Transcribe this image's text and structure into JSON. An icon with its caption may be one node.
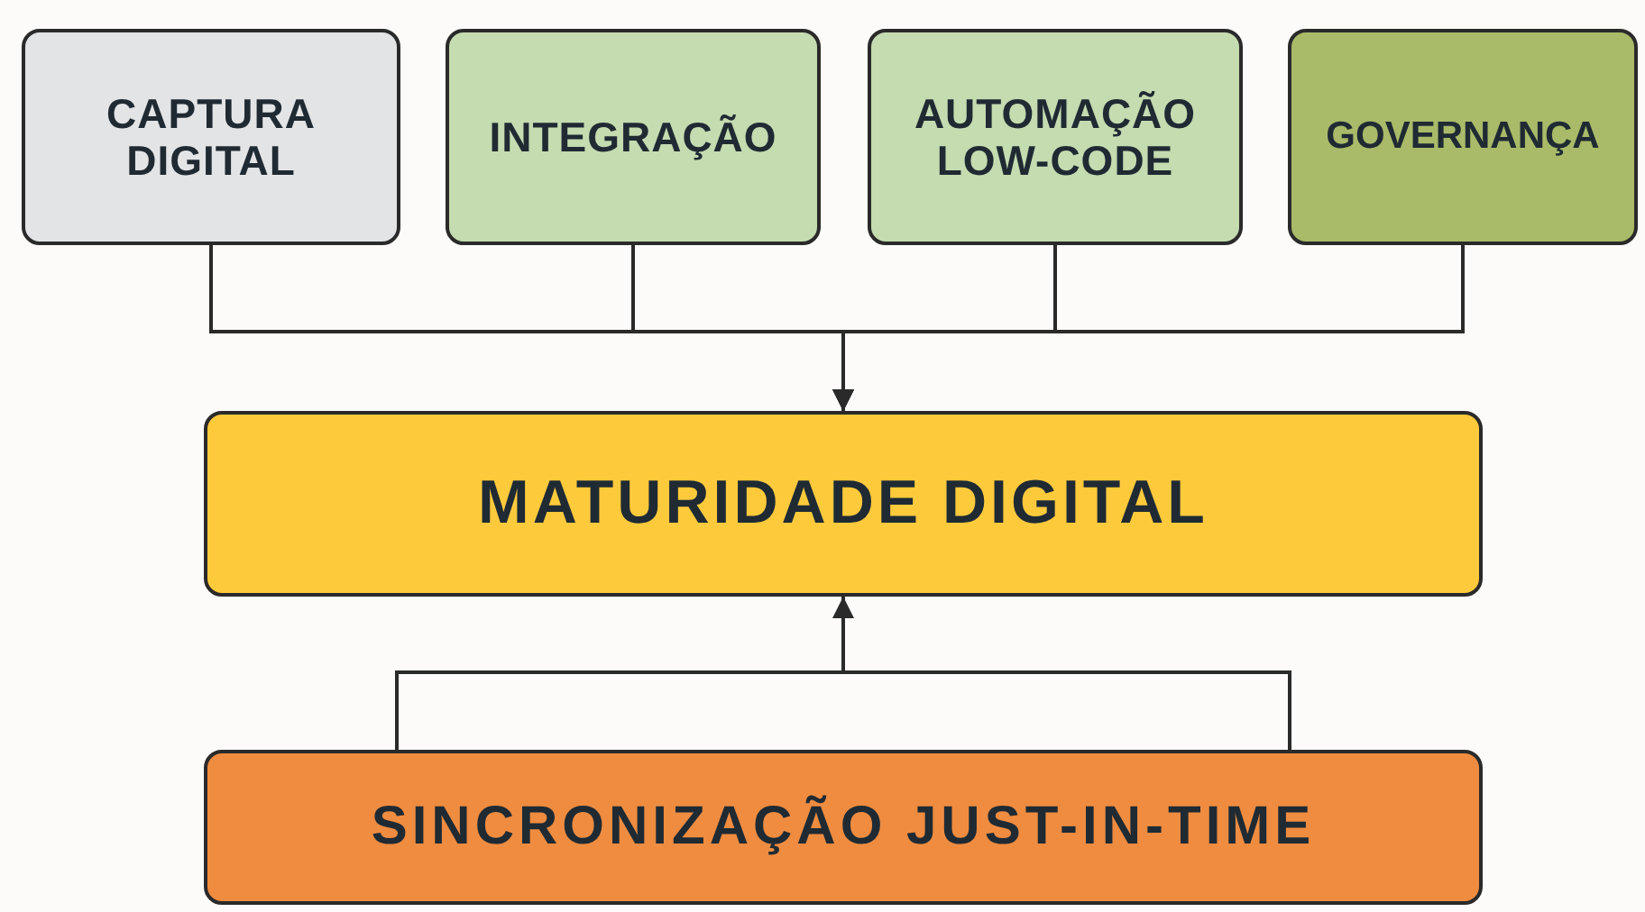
{
  "diagram": {
    "nodes": [
      {
        "text": [
          "CAPTURA DIGITAL"
        ]
      },
      {
        "text": [
          "INTEGRAÇÃO"
        ]
      },
      {
        "text": [
          "AUTOMAÇÃO LOW-CODE"
        ]
      },
      {
        "text": [
          "GOVERNANÇA"
        ]
      },
      {
        "text": [
          "MATURIDADE DIGITAL"
        ]
      },
      {
        "text": [
          "SINCRONIZAÇÃO JUST-IN-TIME"
        ]
      }
    ],
    "edges": [
      {
        "from": 0,
        "to": 4,
        "arrow": "to"
      },
      {
        "from": 1,
        "to": 4,
        "arrow": "to"
      },
      {
        "from": 2,
        "to": 4,
        "arrow": "to"
      },
      {
        "from": 3,
        "to": 4,
        "arrow": "to"
      },
      {
        "from": 5,
        "to": 4,
        "arrow": "to"
      }
    ]
  }
}
